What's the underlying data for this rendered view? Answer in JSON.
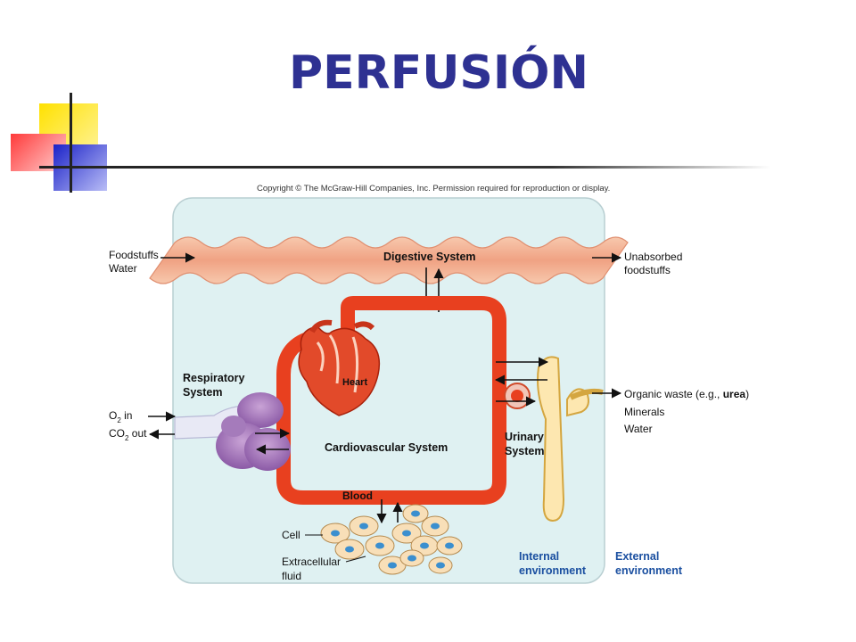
{
  "slide": {
    "title": "PERFUSIÓN"
  },
  "diagram": {
    "copyright": "Copyright © The McGraw-Hill Companies, Inc. Permission required for reproduction or display.",
    "inputs_left": [
      "Foodstuffs",
      "Water"
    ],
    "outputs_right": [
      "Unabsorbed",
      "foodstuffs"
    ],
    "digestive_label": "Digestive System",
    "heart_label": "Heart",
    "respiratory_label": [
      "Respiratory",
      "System"
    ],
    "gas_labels": {
      "o2": "O",
      "o2_sub": "2",
      "o2_suffix": " in",
      "co2": "CO",
      "co2_sub": "2",
      "co2_suffix": " out"
    },
    "cardio_label": "Cardiovascular System",
    "blood_label": "Blood",
    "urinary_label": [
      "Urinary",
      "System"
    ],
    "waste_labels": {
      "line1_prefix": "Organic waste (e.g., ",
      "line1_bold": "urea",
      "line1_suffix": ")",
      "line2": "Minerals",
      "line3": "Water"
    },
    "cell_label": "Cell",
    "ecf_label": [
      "Extracellular",
      "fluid"
    ],
    "internal_env": [
      "Internal",
      "environment"
    ],
    "external_env": [
      "External",
      "environment"
    ]
  },
  "colors": {
    "title": "#2e3192",
    "vessel": "#e8401f",
    "env_bg": "#dff1f2",
    "gi": "#f4b79a",
    "env_label": "#1a4fa0"
  }
}
